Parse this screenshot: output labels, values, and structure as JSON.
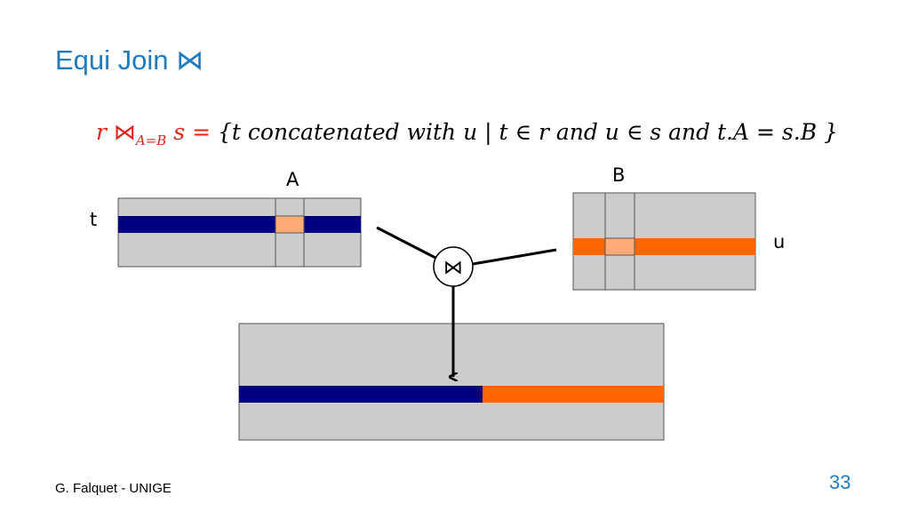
{
  "slide": {
    "title": "Equi Join ⋈",
    "formula": {
      "r": "r",
      "join_symbol": "⋈",
      "condition": "A=B",
      "s_eq": "s",
      "eq": "=",
      "body": "{t concatenated with u | t ∈ r and u ∈ s and t.A = s.B }"
    },
    "labels": {
      "attr_a": "A",
      "attr_b": "B",
      "tuple_t": "t",
      "tuple_u": "u",
      "join_node": "⋈"
    },
    "footer": "G. Falquet - UNIGE",
    "page_number": "33"
  },
  "colors": {
    "title": "#1f7bc0",
    "formula_highlight": "#e2231a",
    "table_fill": "#cccccc",
    "tuple_t": "#000080",
    "tuple_u": "#ff6600",
    "match_cell": "#ffaa77"
  }
}
